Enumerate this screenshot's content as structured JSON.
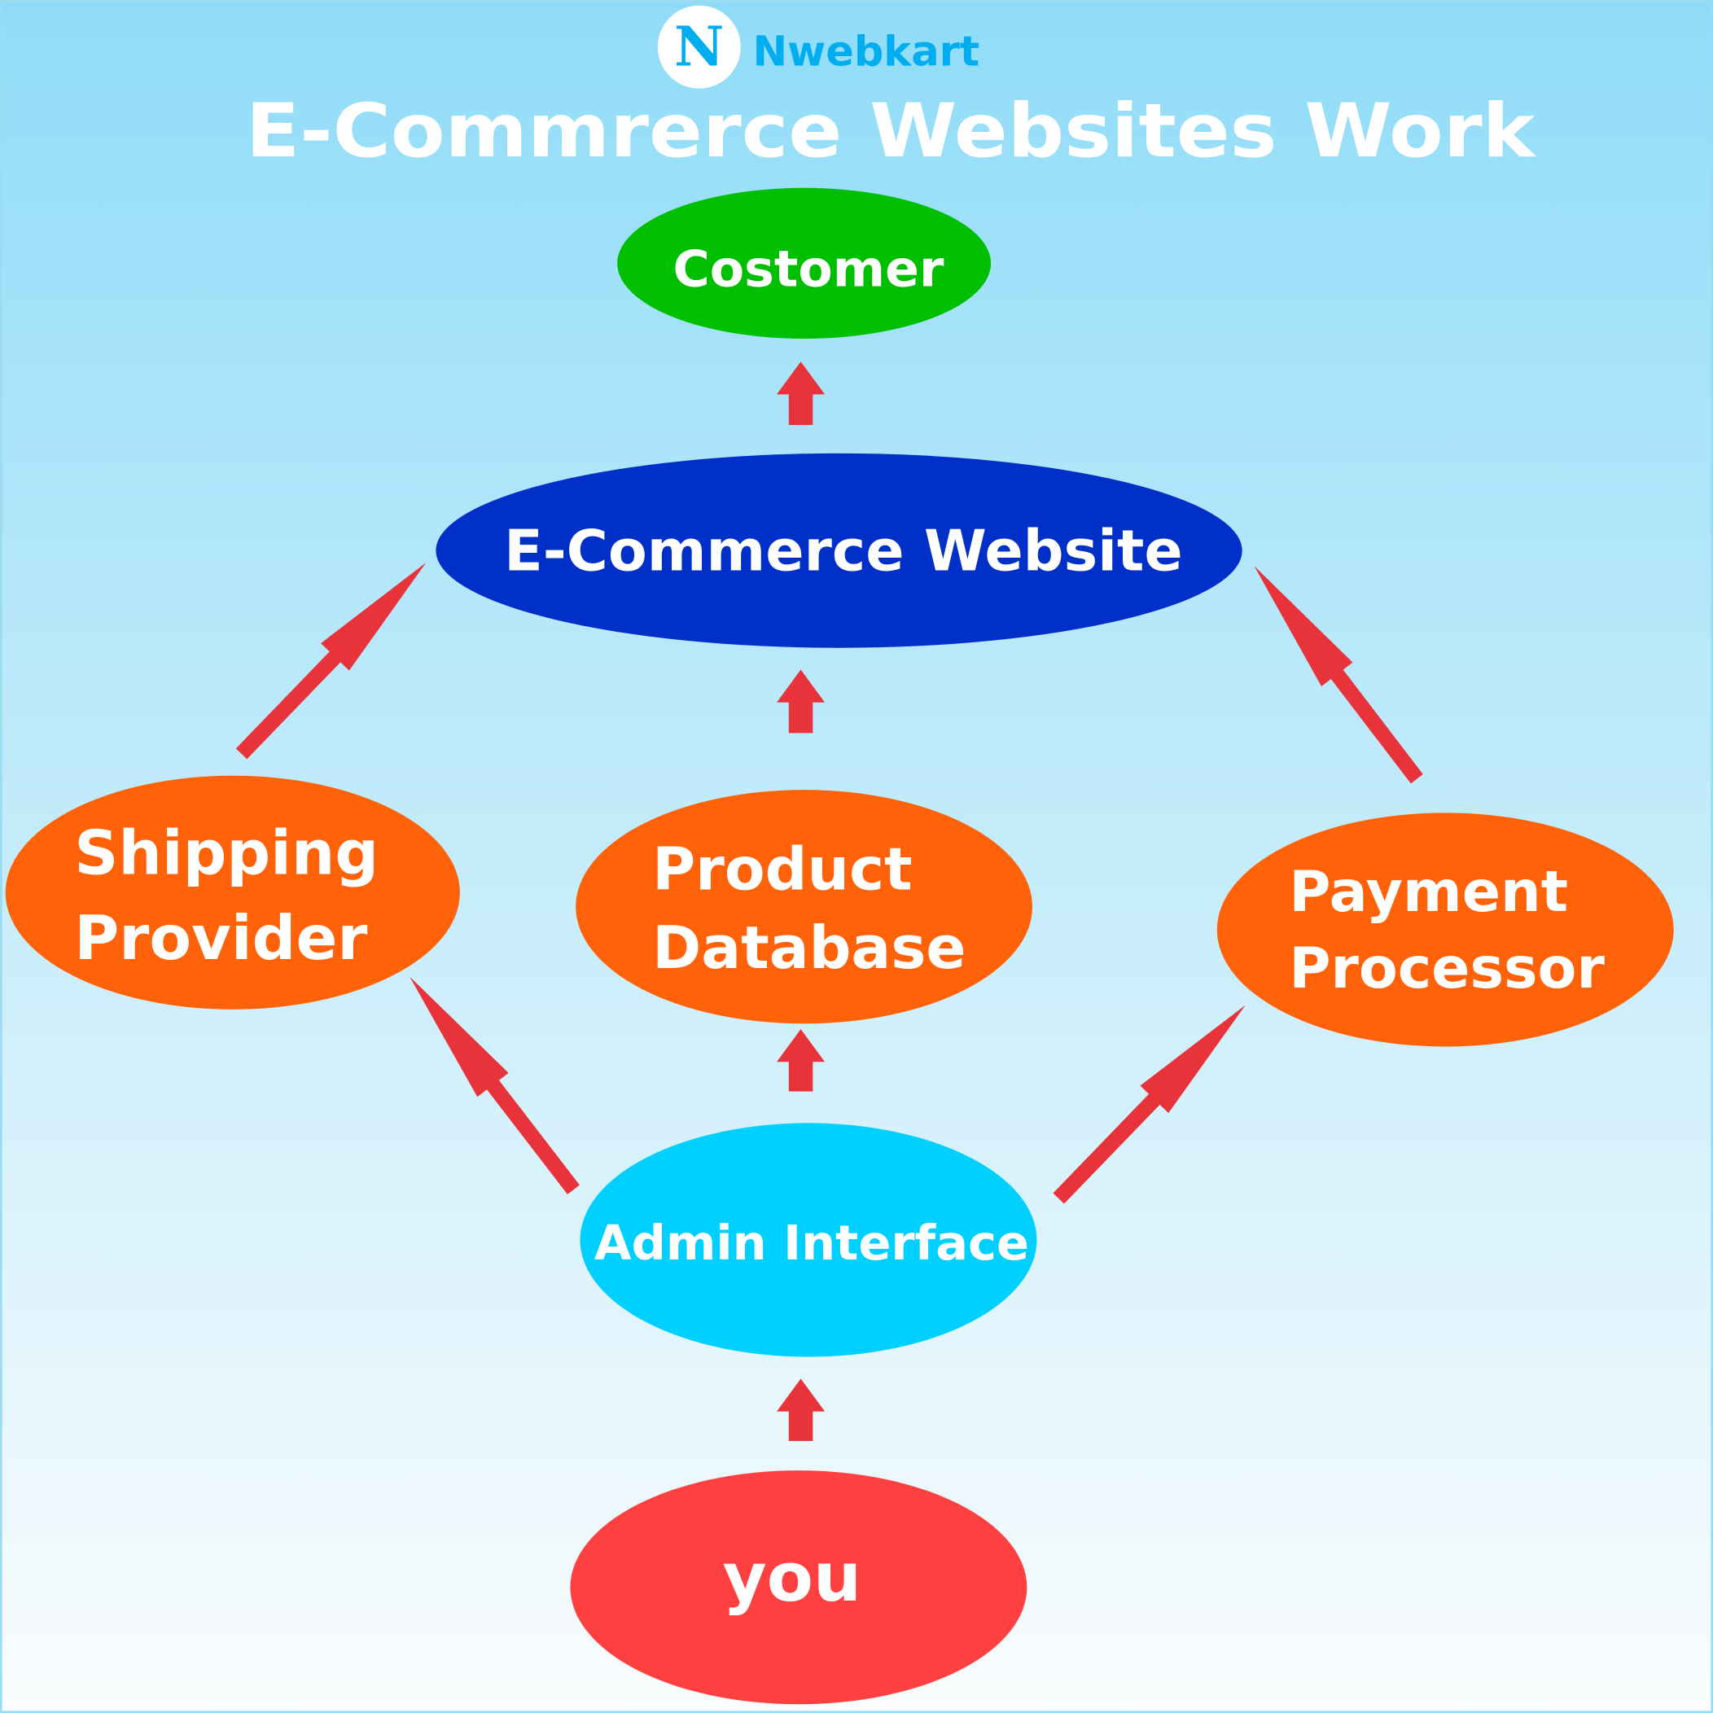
{
  "brand": {
    "logo_letter": "N",
    "name": "Nwebkart"
  },
  "title": "E-Commrerce Websites Work",
  "nodes": {
    "customer": {
      "label": "Costomer",
      "color": "#00bf00"
    },
    "website": {
      "label": "E-Commerce Website",
      "color": "#0030c8"
    },
    "shipping": {
      "line1": "Shipping",
      "line2": "Provider",
      "color": "#ff6208"
    },
    "product": {
      "line1": "Product",
      "line2": "Database",
      "color": "#ff6208"
    },
    "payment": {
      "line1": "Payment",
      "line2": "Processor",
      "color": "#ff6208"
    },
    "admin": {
      "label": "Admin Interface",
      "color": "#00d0ff"
    },
    "you": {
      "label": "you",
      "color": "#ff4040"
    }
  },
  "colors": {
    "arrow": "#e8333a",
    "brand": "#00aeef",
    "bg_top": "#90dcf8",
    "bg_bottom": "#fafcfd"
  }
}
